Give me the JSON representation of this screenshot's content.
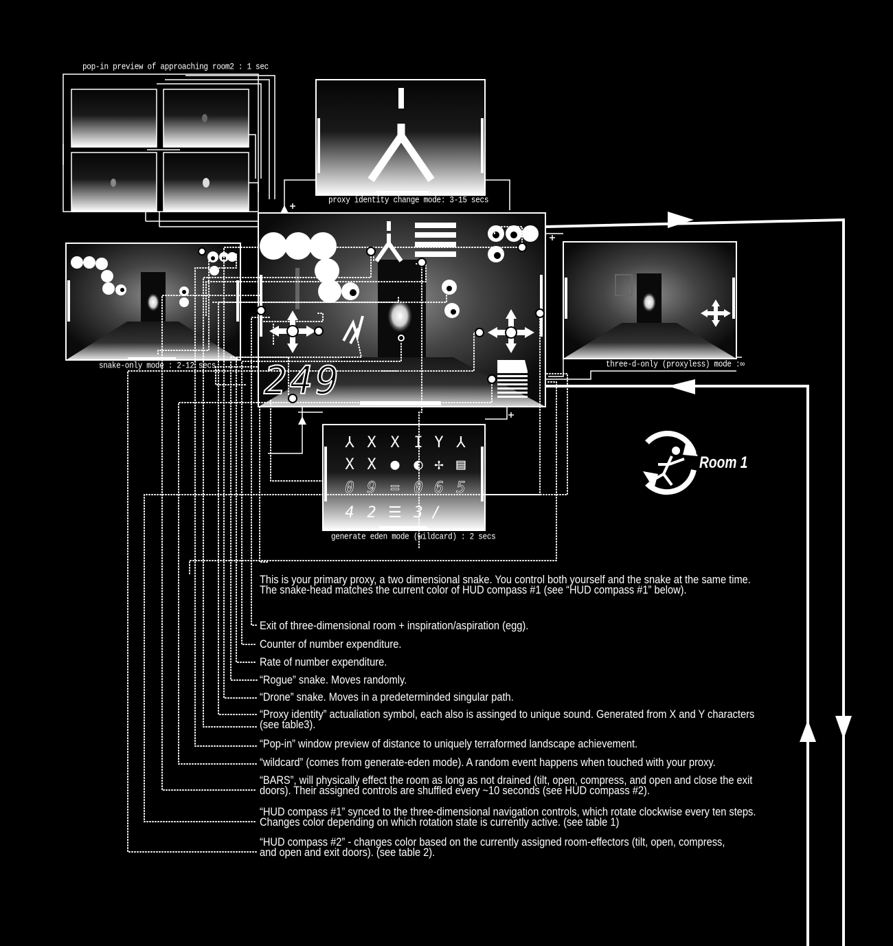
{
  "captions": {
    "popin": "pop-in preview of approaching room2 : 1 sec",
    "proxy_identity": "proxy identity change mode: 3-15 secs",
    "snake_only": "snake-only mode : 2-12 secs",
    "three_d_only": "three-d-only (proxyless) mode :∞",
    "generate_eden": "generate eden mode (wildcard) : 2 secs"
  },
  "room_label": "Room 1",
  "counter_value": "249",
  "eden_grid": {
    "row1": [
      "⅄",
      "X",
      "X",
      "I",
      "Y",
      "⅄"
    ],
    "row2": [
      "X",
      "X",
      "●",
      "◐",
      "✢",
      "▤"
    ],
    "row3": [
      "0",
      "9",
      "=",
      "0",
      "6",
      "5"
    ],
    "row4": [
      "4",
      "2",
      "☰",
      "3",
      "/"
    ]
  },
  "legend": [
    "This is your primary proxy, a two dimensional snake. You control both yourself and the snake at the same time. The snake-head matches the current color of HUD compass #1 (see “HUD compass #1” below).",
    "Exit of three-dimensional room + inspiration/aspiration (egg).",
    "Counter of number expenditure.",
    "Rate of number expenditure.",
    "“Rogue” snake. Moves randomly.",
    "“Drone” snake. Moves in a predeterminded singular path.",
    "“Proxy identity” actualiation symbol, each also is assinged to unique sound. Generated from X and Y characters (see table3).",
    "“Pop-in” window preview of distance to uniquely terraformed landscape achievement.",
    "“wildcard” (comes from generate-eden mode). A random event happens when touched with your proxy.",
    "“BARS”, will physically effect the room as long as not drained (tilt, open, compress, and open and close the exit doors). Their assigned controls are shuffled every ~10 seconds (see HUD compass #2).",
    "“HUD compass #1” synced to the three-dimensional navigation controls, which rotate clockwise every ten steps. Changes color depending on which rotation state is currently active. (see table 1)",
    "“HUD compass #2” - changes color based on the currently assigned room-effectors (tilt, open, compress, and open and exit doors). (see table 2)."
  ]
}
